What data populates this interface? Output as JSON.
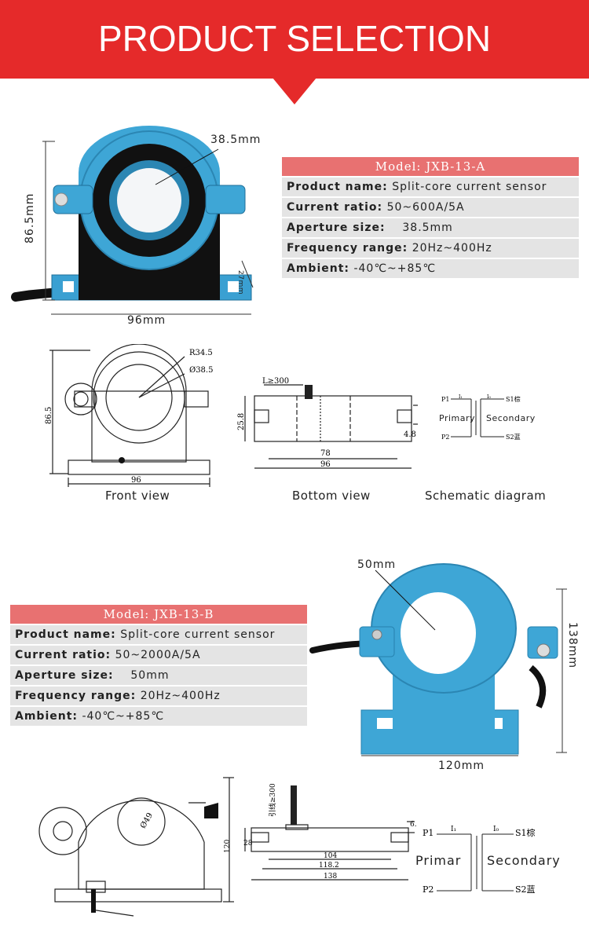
{
  "banner": {
    "title": "PRODUCT SELECTION",
    "color": "#e52a2a"
  },
  "products": [
    {
      "model": "Model: JXB-13-A",
      "specs": [
        {
          "key": "Product name:",
          "value": "Split-core current sensor"
        },
        {
          "key": "Current ratio:",
          "value": "50~600A/5A"
        },
        {
          "key": "Aperture size:",
          "value": "38.5mm"
        },
        {
          "key": "Frequency range:",
          "value": "20Hz~400Hz"
        },
        {
          "key": "Ambient:",
          "value": "-40℃~+85℃"
        }
      ],
      "photo_dims": {
        "aperture": "38.5mm",
        "height": "86.5mm",
        "depth": "27mm",
        "width": "96mm"
      },
      "drawing_dims": {
        "radius": "R34.5",
        "diameter": "Ø38.5",
        "height": "86.5",
        "width": "96",
        "lead": "L≥300",
        "bottom_h": "25.8",
        "bottom_inner": "78",
        "bottom_w": "96",
        "slot": "4.8"
      },
      "captions": {
        "front": "Front view",
        "bottom": "Bottom view",
        "schematic": "Schematic diagram"
      },
      "schematic": {
        "p1": "P1",
        "p2": "P2",
        "s1": "S1棕",
        "s2": "S2蓝",
        "primary": "Primary",
        "secondary": "Secondary",
        "i1": "I₁",
        "io": "I₀"
      }
    },
    {
      "model": "Model: JXB-13-B",
      "specs": [
        {
          "key": "Product name:",
          "value": "Split-core current sensor"
        },
        {
          "key": "Current ratio:",
          "value": "50~2000A/5A"
        },
        {
          "key": "Aperture size:",
          "value": "50mm"
        },
        {
          "key": "Frequency range:",
          "value": "20Hz~400Hz"
        },
        {
          "key": "Ambient:",
          "value": "-40℃~+85℃"
        }
      ],
      "photo_dims": {
        "aperture": "50mm",
        "height": "138mm",
        "width": "120mm"
      },
      "drawing_dims": {
        "diameter": "Ø49",
        "height": "120",
        "lead": "引线≥300",
        "bottom_h": "28",
        "slot": "6.2",
        "d1": "104",
        "d2": "118.2",
        "d3": "138"
      },
      "schematic": {
        "p1": "P1",
        "p2": "P2",
        "s1": "S1棕",
        "s2": "S2蓝",
        "primary": "Primar",
        "secondary": "Secondary",
        "i1": "I₁",
        "io": "I₀"
      }
    }
  ],
  "colors": {
    "sensor_blue": "#3ea6d6",
    "core_black": "#111111",
    "spec_head": "#e87171",
    "spec_row": "#e4e4e4"
  }
}
